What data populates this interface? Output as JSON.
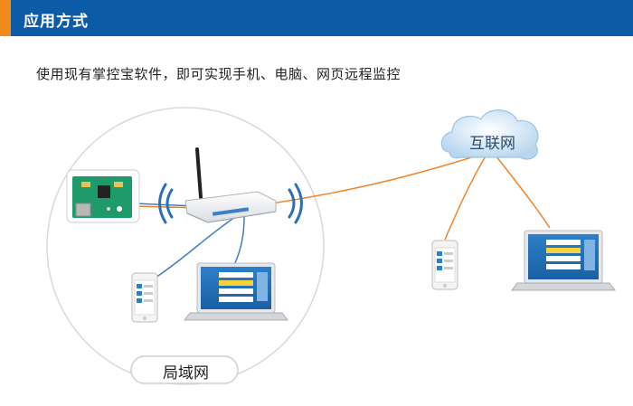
{
  "header": {
    "title": "应用方式",
    "accent_color": "#f08a1c",
    "bar_color": "#0b5ba6"
  },
  "intro": {
    "text": "使用现有掌控宝软件，即可实现手机、电脑、网页远程监控"
  },
  "diagram": {
    "lan_label": "局域网",
    "internet_label": "互联网",
    "nodes": [
      {
        "id": "controller-board",
        "icon": "circuit-board-icon"
      },
      {
        "id": "wifi-router",
        "icon": "router-icon"
      },
      {
        "id": "lan-phone",
        "icon": "smartphone-icon"
      },
      {
        "id": "lan-laptop",
        "icon": "laptop-icon"
      },
      {
        "id": "cloud",
        "icon": "cloud-icon"
      },
      {
        "id": "remote-phone",
        "icon": "smartphone-icon"
      },
      {
        "id": "remote-laptop",
        "icon": "laptop-icon"
      }
    ],
    "colors": {
      "lan_link": "#3d7fc7",
      "internet_link": "#f0832b",
      "wifi_waves": "#2a6fb8"
    }
  }
}
